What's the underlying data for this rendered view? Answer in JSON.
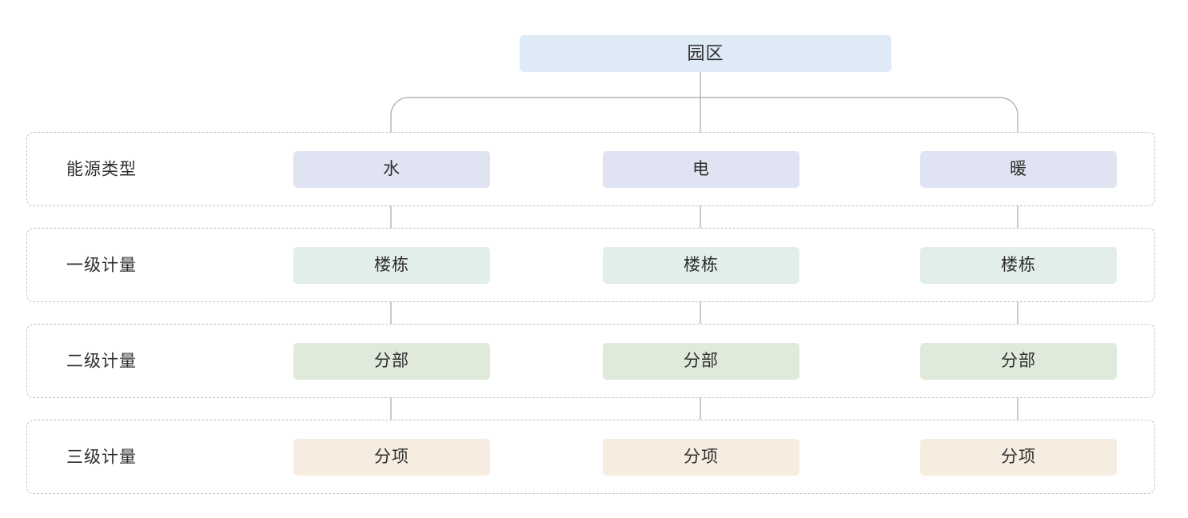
{
  "diagram": {
    "type": "hierarchy-tree",
    "title_node": {
      "label": "园区",
      "color": "#dfeaf7"
    },
    "connector_color": "#b4b4b4",
    "row_border_color": "#c2c2c2",
    "tiers": [
      {
        "name": "energy-type",
        "label": "能源类型",
        "node_color": "#e0e4f2",
        "nodes": [
          {
            "label": "水"
          },
          {
            "label": "电"
          },
          {
            "label": "暖"
          }
        ]
      },
      {
        "name": "level-1-metering",
        "label": "一级计量",
        "node_color": "#e2efe9",
        "nodes": [
          {
            "label": "楼栋"
          },
          {
            "label": "楼栋"
          },
          {
            "label": "楼栋"
          }
        ]
      },
      {
        "name": "level-2-metering",
        "label": "二级计量",
        "node_color": "#dfeadb",
        "nodes": [
          {
            "label": "分部"
          },
          {
            "label": "分部"
          },
          {
            "label": "分部"
          }
        ]
      },
      {
        "name": "level-3-metering",
        "label": "三级计量",
        "node_color": "#f6ece0",
        "nodes": [
          {
            "label": "分项"
          },
          {
            "label": "分项"
          },
          {
            "label": "分项"
          }
        ]
      }
    ]
  }
}
